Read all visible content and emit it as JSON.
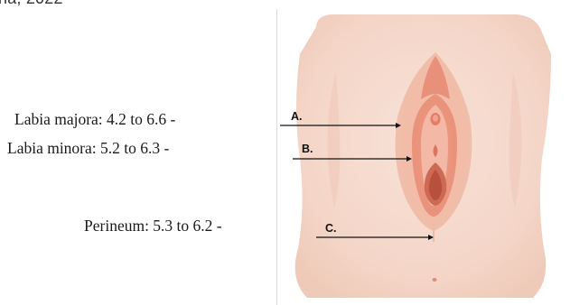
{
  "top_fragment": "na, 2022",
  "labels": {
    "labia_majora": "Labia majora: 4.2 to 6.6 -",
    "labia_minora": "Labia minora: 5.2 to 6.3 -",
    "perineum": "Perineum: 5.3 to 6.2 -"
  },
  "pointers": {
    "a": "A.",
    "b": "B.",
    "c": "C."
  },
  "colors": {
    "skin_light": "#f6dcd0",
    "skin_mid": "#eec2ae",
    "tissue_outer": "#f0a68e",
    "tissue_inner": "#e58b73",
    "opening_dark": "#b8503e",
    "arrow": "#111111"
  }
}
